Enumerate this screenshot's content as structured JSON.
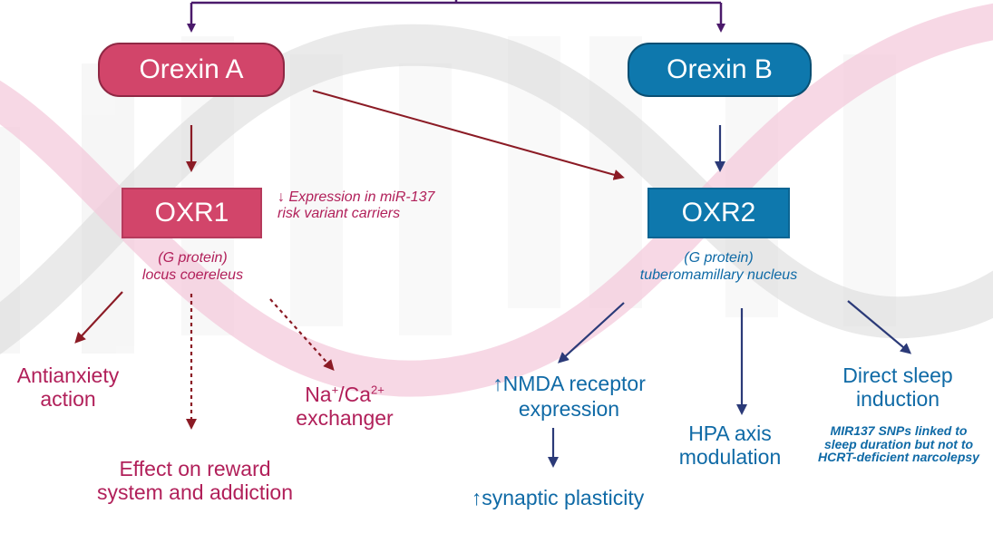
{
  "nodes": {
    "orexin_a": "Orexin A",
    "orexin_b": "Orexin B",
    "oxr1": "OXR1",
    "oxr2": "OXR2"
  },
  "notes": {
    "oxr1_expression": "↓ Expression in miR-137 risk variant carriers",
    "oxr1_gprotein": "(G protein)",
    "oxr1_location": "locus coereleus",
    "oxr2_gprotein": "(G protein)",
    "oxr2_location": "tuberomamillary nucleus",
    "mir137_snps": "MIR137 SNPs linked to sleep duration but not to HCRT-deficient narcolepsy"
  },
  "effects": {
    "antianxiety": "Antianxiety action",
    "reward": "Effect on reward system and addiction",
    "na_ca_exchanger_prefix": "Na",
    "na_sup": "+",
    "na_ca_exchanger_mid": "/Ca",
    "ca_sup": "2+",
    "na_ca_exchanger_suffix": "exchanger",
    "nmda": "↑NMDA receptor expression",
    "synaptic": "↑synaptic plasticity",
    "hpa": "HPA axis modulation",
    "sleep": "Direct sleep induction"
  },
  "colors": {
    "orexin_a_pink": "#d2456a",
    "orexin_b_blue": "#0e78ad",
    "magenta_text": "#b1205a",
    "blue_text": "#0f6aa6",
    "top_line_purple": "#4b1a6b",
    "oxr1_arrow_dark_red": "#8b1b25",
    "oxr2_arrow_navy": "#2b3a78"
  }
}
